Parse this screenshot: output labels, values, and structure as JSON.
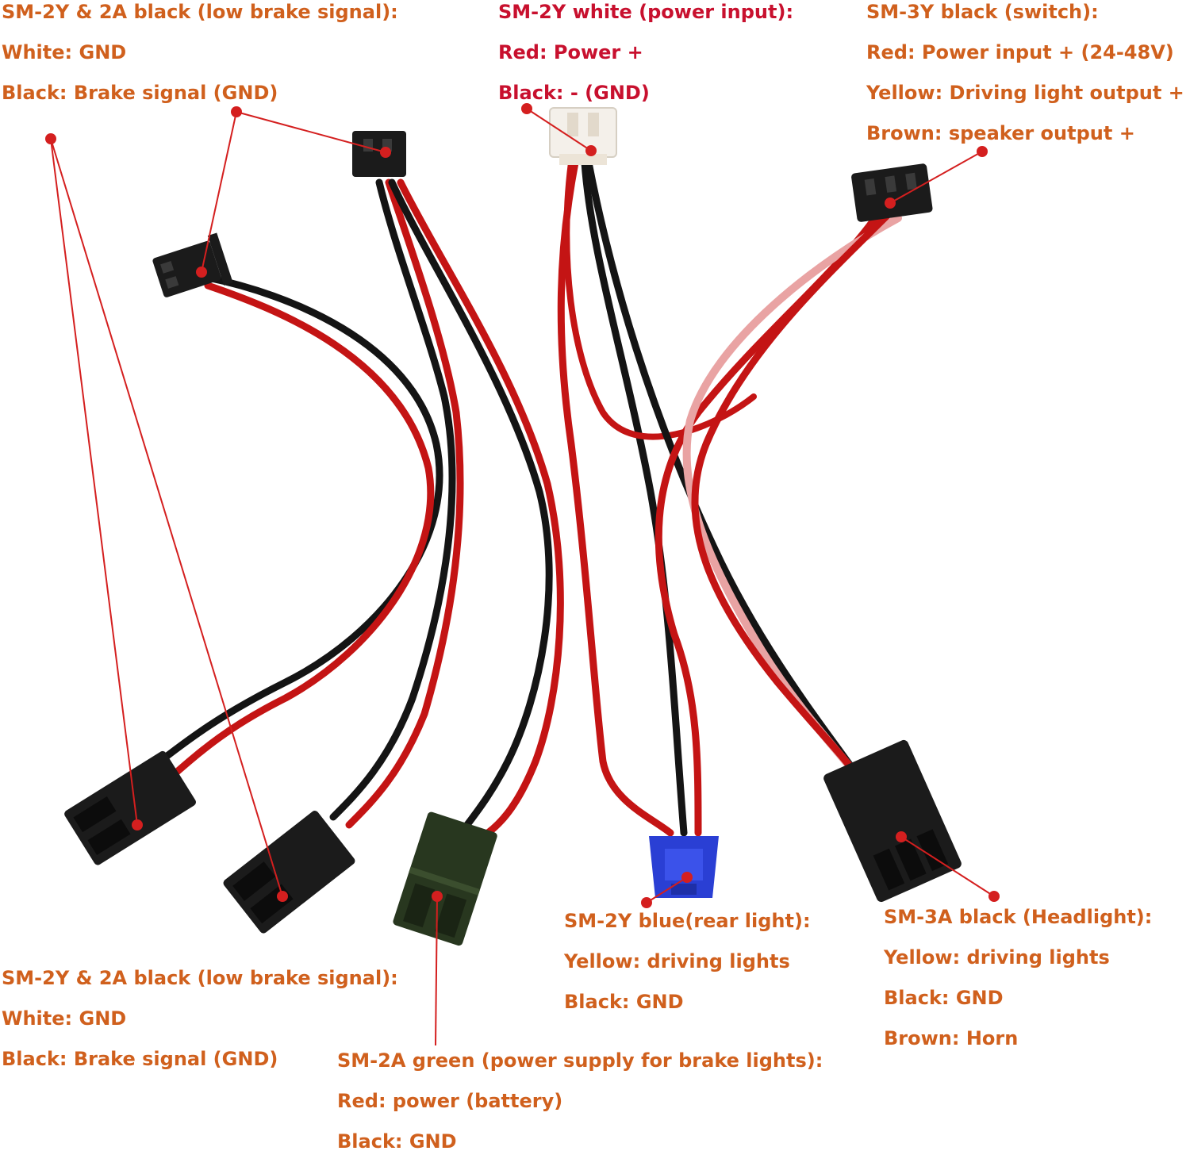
{
  "colors": {
    "label_text": "#d0601d",
    "label_text_alt": "#c8102e",
    "pointer": "#d41f1f",
    "wire_red": "#c41414",
    "wire_black": "#141414",
    "wire_pink": "#e9a3a3",
    "connector_black": "#1b1b1b",
    "connector_white": "#f4f0ea",
    "connector_blue": "#2a3fd4",
    "connector_green": "#28371f"
  },
  "labels": {
    "top_left": {
      "color": "#d0601d",
      "lines": [
        "SM-2Y & 2A black (low brake signal):",
        "White: GND",
        "Black: Brake signal (GND)"
      ]
    },
    "top_middle": {
      "color": "#c8102e",
      "lines": [
        "SM-2Y white (power input):",
        "Red: Power +",
        "Black:  - (GND)"
      ]
    },
    "top_right": {
      "color": "#d0601d",
      "lines": [
        "SM-3Y black (switch):",
        "Red: Power input + (24-48V)",
        "Yellow: Driving light output +",
        "Brown: speaker output +"
      ]
    },
    "bottom_left": {
      "color": "#d0601d",
      "lines": [
        "SM-2Y & 2A black (low brake signal):",
        "White: GND",
        "Black: Brake signal (GND)"
      ]
    },
    "bottom_middle": {
      "color": "#d0601d",
      "lines": [
        "SM-2A green (power supply for brake lights):",
        "Red: power (battery)",
        "Black: GND"
      ]
    },
    "blue": {
      "color": "#d0601d",
      "lines": [
        "SM-2Y blue(rear light):",
        "Yellow: driving lights",
        "Black: GND"
      ]
    },
    "bottom_right": {
      "color": "#d0601d",
      "lines": [
        "SM-3A black (Headlight):",
        "Yellow: driving lights",
        "Black: GND",
        "Brown: Horn"
      ]
    }
  },
  "icons": {
    "connector": "connector-icon",
    "pointer_dot": "pointer-dot-icon"
  }
}
